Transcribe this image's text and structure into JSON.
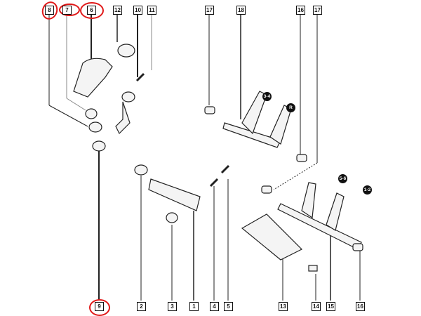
{
  "top_labels": [
    "8",
    "7",
    "6",
    "12",
    "10",
    "11",
    "17",
    "18",
    "16",
    "17"
  ],
  "bottom_labels": [
    "9",
    "2",
    "3",
    "1",
    "4",
    "5",
    "13",
    "14",
    "15",
    "16"
  ],
  "badges": [
    "3-4",
    "R",
    "5-6",
    "1-2"
  ],
  "highlight_color": "#e01818"
}
